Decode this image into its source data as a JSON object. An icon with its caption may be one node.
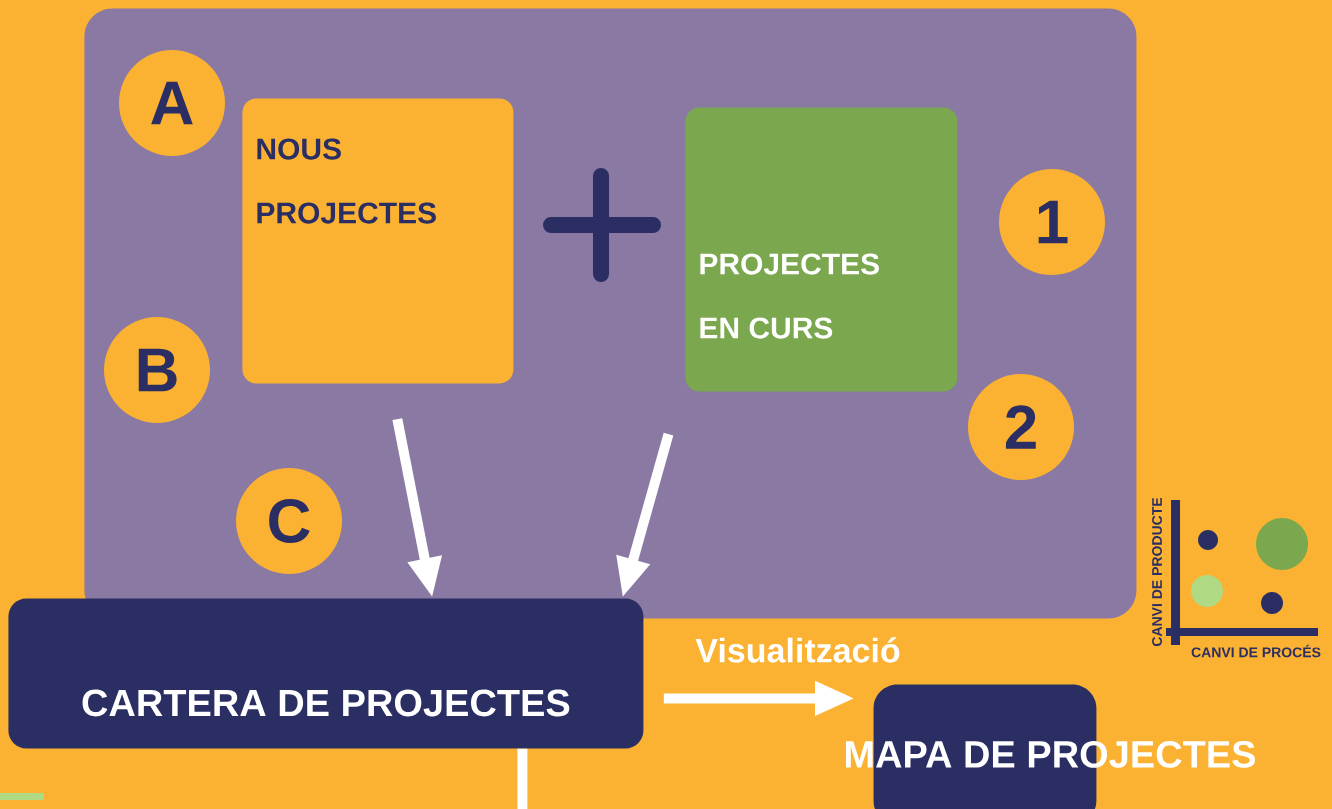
{
  "diagram": {
    "nodes": [
      {
        "text": [],
        "shape": "box"
      },
      {
        "text": [
          "A"
        ],
        "in": 0
      },
      {
        "text": [
          "NOUS PROJECTES"
        ],
        "in": 0
      },
      {
        "text": [
          "PROJECTES EN CURS"
        ],
        "in": 0
      },
      {
        "text": [
          "1"
        ],
        "in": 0
      },
      {
        "text": [
          "B"
        ],
        "in": 0
      },
      {
        "text": [
          "2"
        ],
        "in": 0
      },
      {
        "text": [
          "C"
        ],
        "in": 0
      },
      {
        "text": [
          "CARTERA DE PROJECTES"
        ]
      },
      {
        "text": [
          "MAPA DE PROJECTES"
        ]
      }
    ],
    "edges": [
      {
        "from": 2,
        "to": 8,
        "arrow": "to"
      },
      {
        "from": 3,
        "to": 8,
        "arrow": "to"
      },
      {
        "from": 8,
        "to": 9,
        "arrow": "to",
        "label": "Visualització"
      },
      {
        "from": 8,
        "to": null,
        "arrow": "none"
      }
    ],
    "labels": [
      "CANVI DE PRODUCTE",
      "CANVI DE PROCÉS"
    ]
  }
}
